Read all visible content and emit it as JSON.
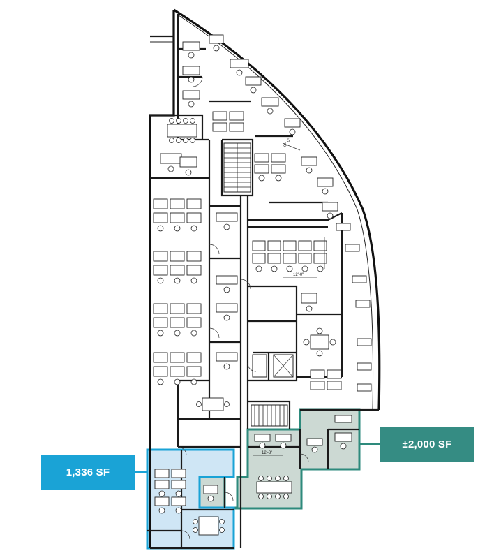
{
  "colors": {
    "blue_suite_fill": "#cfe6f5",
    "blue_suite_stroke": "#1aa3d6",
    "blue_callout": "#1aa3d6",
    "green_suite_fill": "#ccd9d3",
    "green_suite_stroke": "#2e8a7c",
    "green_callout": "#358c83"
  },
  "suites": {
    "blue": {
      "area_label": "1,336 SF"
    },
    "green": {
      "area_label": "±2,000 SF"
    }
  },
  "dimension_labels": {
    "upper_right": "12'-0\"",
    "mid_right": "12'-0\"",
    "green_suite": "12'-8\""
  }
}
